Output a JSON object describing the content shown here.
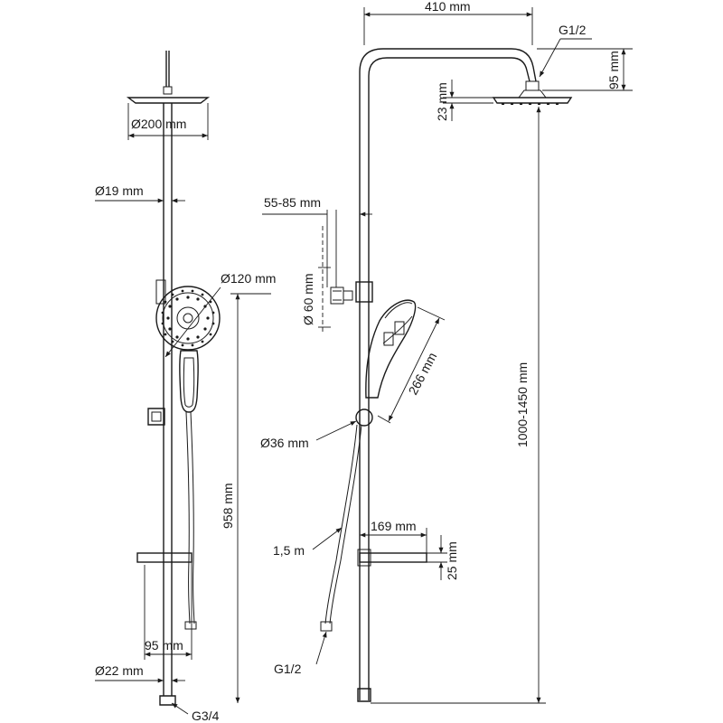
{
  "front_view": {
    "overhead_diameter": "Ø200 mm",
    "pipe_diameter": "Ø19 mm",
    "handshower_diameter": "Ø120 mm",
    "bottom_pipe_diameter": "Ø22 mm",
    "height": "958 mm",
    "depth": "95 mm",
    "connection": "G3/4"
  },
  "side_view": {
    "arm_length": "410 mm",
    "arm_connection": "G1/2",
    "arm_drop": "95 mm",
    "head_thickness": "23 mm",
    "holder_adjust": "55-85 mm",
    "holder_diameter": "Ø 60 mm",
    "handshower_length": "266 mm",
    "knob_diameter": "Ø36 mm",
    "hose_length": "1,5 m",
    "hose_connection": "G1/2",
    "shelf_length": "169 mm",
    "shelf_height": "25 mm",
    "total_height": "1000-1450 mm"
  }
}
